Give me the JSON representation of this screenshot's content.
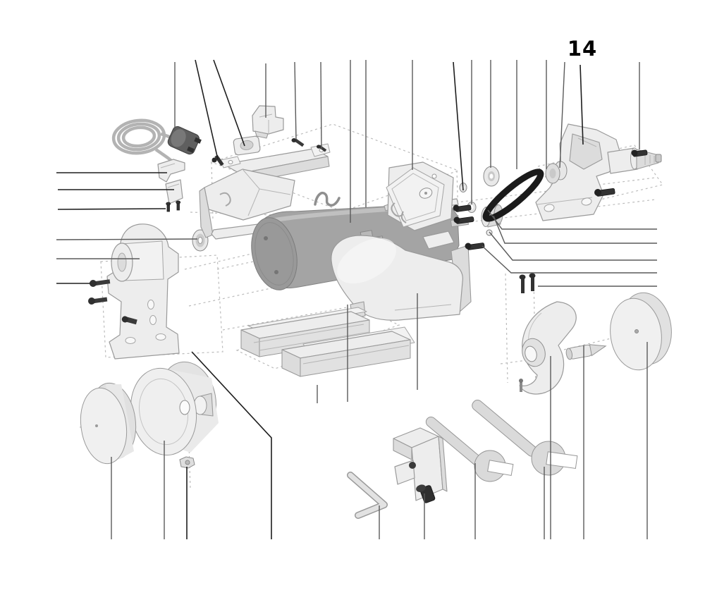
{
  "figure": {
    "type": "exploded-parts-diagram",
    "callout": {
      "label": "14",
      "points_to": "right-bracket-arm"
    },
    "palette": {
      "background": "#ffffff",
      "part_fill": "#ededed",
      "part_fill_dark": "#dcdcdc",
      "part_stroke": "#9a9a9a",
      "motor_fill": "#a4a4a4",
      "belt_color": "#1b1b1b",
      "hardware_dark": "#333333",
      "leader_dark": "#1e1e1e",
      "leader_gray": "#5a5a5a",
      "dashed_guide": "#bcbcbc",
      "plug_fill": "#5f5f5f"
    },
    "parts": [
      {
        "id": "power-cord-with-plug"
      },
      {
        "id": "switch-holder"
      },
      {
        "id": "switch"
      },
      {
        "id": "switch-screws"
      },
      {
        "id": "left-bracket-arm"
      },
      {
        "id": "bearing-washer"
      },
      {
        "id": "left-bracket-screws"
      },
      {
        "id": "bracket-inner-screw"
      },
      {
        "id": "upper-housing-cover"
      },
      {
        "id": "switch-housing-bracket"
      },
      {
        "id": "cable-grommet-nut"
      },
      {
        "id": "cover-screws"
      },
      {
        "id": "tie-rod-shaft"
      },
      {
        "id": "motor"
      },
      {
        "id": "wire-clip"
      },
      {
        "id": "lower-housing"
      },
      {
        "id": "right-housing-cover"
      },
      {
        "id": "washer-screw-cluster"
      },
      {
        "id": "spindle-bushing"
      },
      {
        "id": "motor-pulley"
      },
      {
        "id": "drive-belt"
      },
      {
        "id": "spindle-pulley"
      },
      {
        "id": "right-bracket-arm"
      },
      {
        "id": "right-bracket-screws"
      },
      {
        "id": "guard-mount-screws"
      },
      {
        "id": "wheel-guard"
      },
      {
        "id": "tapered-arbor"
      },
      {
        "id": "polishing-wheel"
      },
      {
        "id": "tool-rest-rails"
      },
      {
        "id": "grinding-wheel"
      },
      {
        "id": "wheel-flange-disc"
      },
      {
        "id": "flange-nut"
      },
      {
        "id": "hex-key"
      },
      {
        "id": "clamp-bracket"
      },
      {
        "id": "open-end-wrench-small"
      },
      {
        "id": "open-end-wrench-large"
      }
    ]
  }
}
